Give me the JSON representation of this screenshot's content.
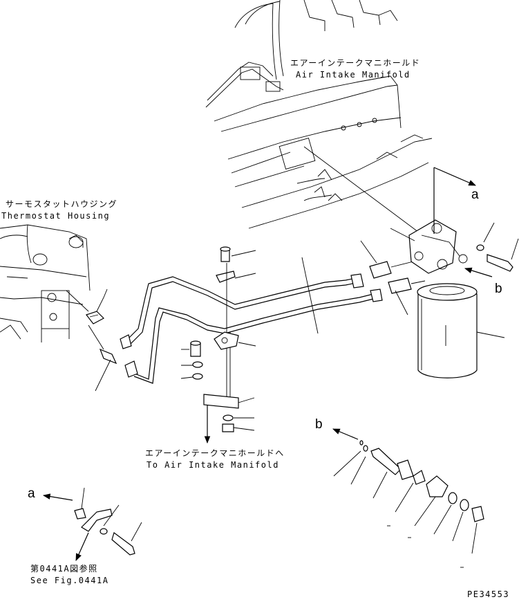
{
  "labels": {
    "air_intake_manifold_jp": "エアーインテークマニホールド",
    "air_intake_manifold_en": "Air Intake Manifold",
    "thermostat_housing_jp": "サーモスタットハウジング",
    "thermostat_housing_en": "Thermostat Housing",
    "to_air_intake_manifold_jp": "エアーインテークマニホールドへ",
    "to_air_intake_manifold_en": "To Air Intake Manifold",
    "see_fig_jp": "第0441A図参照",
    "see_fig_en": "See Fig.0441A",
    "figure_code": "PE34553"
  },
  "callouts": {
    "a_top": "a",
    "b_right": "b",
    "b_detail": "b",
    "a_detail": "a"
  },
  "colors": {
    "ink": "#000000",
    "paper": "#ffffff"
  }
}
